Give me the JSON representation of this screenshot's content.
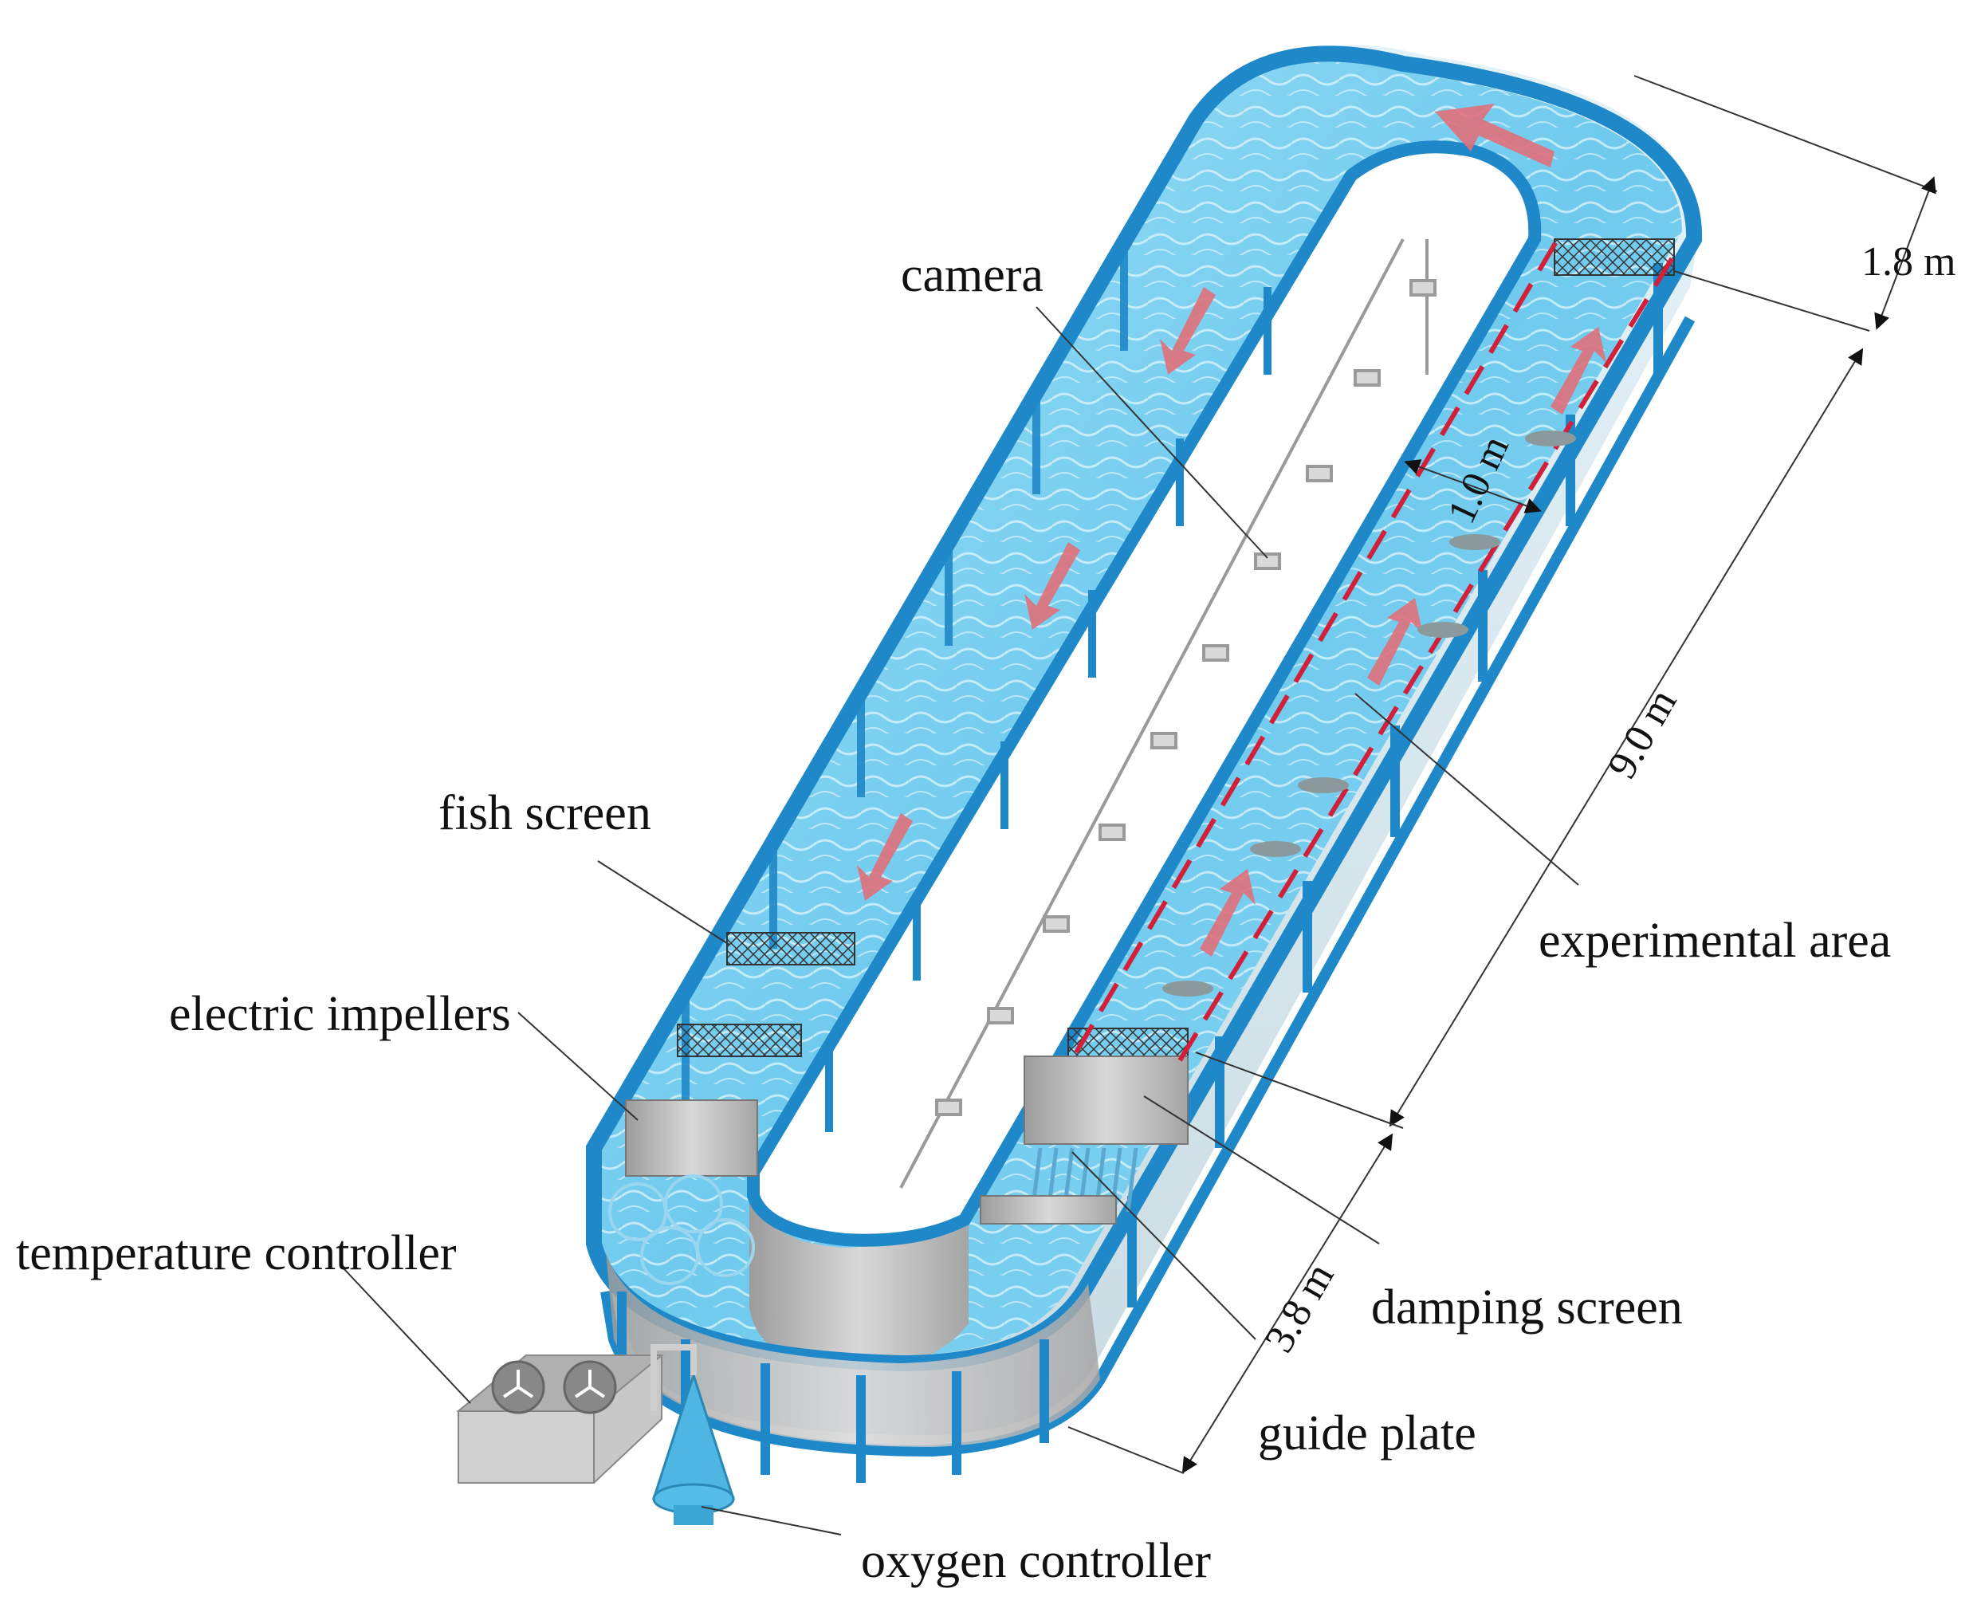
{
  "labels": {
    "camera": "camera",
    "fish_screen": "fish screen",
    "electric_impellers": "electric impellers",
    "temperature_controller": "temperature controller",
    "oxygen_controller": "oxygen controller",
    "guide_plate": "guide plate",
    "damping_screen": "damping screen",
    "experimental_area": "experimental area"
  },
  "dimensions": {
    "width": "1.8 m",
    "length": "9.0 m",
    "channel": "1.0 m",
    "end": "3.8 m"
  },
  "colors": {
    "frame": "#1e88c8",
    "water": "#7fd0ee",
    "arrow": "#e0707a",
    "steel": "#b8b8b8"
  }
}
